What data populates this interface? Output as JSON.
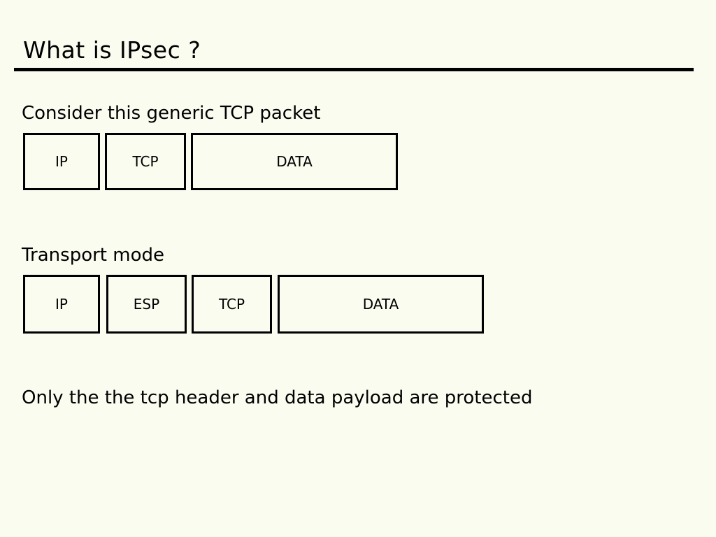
{
  "slide": {
    "title": "What is IPsec ?",
    "intro": "Consider this generic TCP packet",
    "transport_label": "Transport mode",
    "note": "Only the the tcp header and data payload are protected",
    "colors": {
      "background": "#fafcf0",
      "text": "#000000",
      "box_border": "#000000",
      "rule": "#000000"
    }
  },
  "diagrams": {
    "generic_packet": {
      "boxes": [
        {
          "label": "IP"
        },
        {
          "label": "TCP"
        },
        {
          "label": "DATA"
        }
      ]
    },
    "transport_packet": {
      "boxes": [
        {
          "label": "IP"
        },
        {
          "label": "ESP"
        },
        {
          "label": "TCP"
        },
        {
          "label": "DATA"
        }
      ]
    }
  }
}
